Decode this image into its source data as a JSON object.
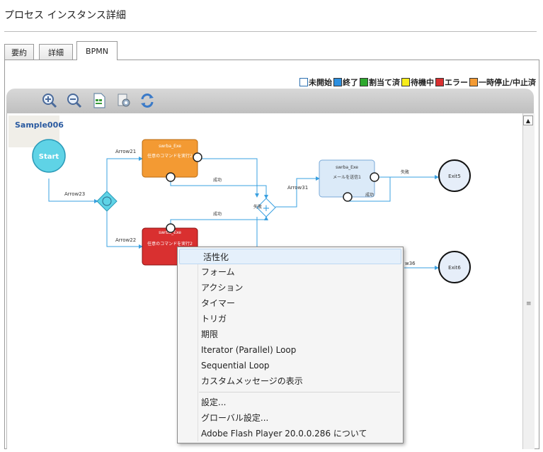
{
  "page_title": "プロセス インスタンス詳細",
  "tabs": [
    {
      "label": "要約"
    },
    {
      "label": "詳細"
    },
    {
      "label": "BPMN"
    }
  ],
  "legend": [
    {
      "label": "未開始",
      "color": "#ffffff"
    },
    {
      "label": "終了",
      "color": "#2b8fe0"
    },
    {
      "label": "割当て済",
      "color": "#2ea82e"
    },
    {
      "label": "待機中",
      "color": "#f7ec1a"
    },
    {
      "label": "エラー",
      "color": "#d93030"
    },
    {
      "label": "一時停止/中止済",
      "color": "#f39a33"
    }
  ],
  "toolbar": {
    "icons": [
      "zoom-in-icon",
      "zoom-out-icon",
      "document-icon",
      "settings-icon",
      "refresh-icon"
    ]
  },
  "diagram": {
    "process_name": "Sample006",
    "start_label": "Start",
    "task1_title": "swrba_Exe",
    "task1_text": "任意のコマンドを実行2",
    "task2_title": "swrba_Exe",
    "task2_text": "任意のコマンドを実行2",
    "task3_title": "swrba_Exe",
    "task3_text": "メールを送信1",
    "exit5": "Exit5",
    "exit6": "Exit6",
    "arrow21": "Arrow21",
    "arrow22": "Arrow22",
    "arrow23": "Arrow23",
    "arrow31": "Arrow31",
    "arrow36": "w36",
    "success": "成功",
    "failure": "失敗",
    "colors": {
      "start": "#5fd3e6",
      "task_orange": "#f39a33",
      "task_red": "#d93030",
      "task_blue": "#dbeaf8",
      "line": "#3aa0e0"
    }
  },
  "context_menu": {
    "items": [
      "活性化",
      "フォーム",
      "アクション",
      "タイマー",
      "トリガ",
      "期限",
      "Iterator (Parallel) Loop",
      "Sequential Loop",
      "カスタムメッセージの表示"
    ],
    "items2": [
      "設定...",
      "グローバル設定...",
      "Adobe Flash Player 20.0.0.286 について"
    ]
  }
}
